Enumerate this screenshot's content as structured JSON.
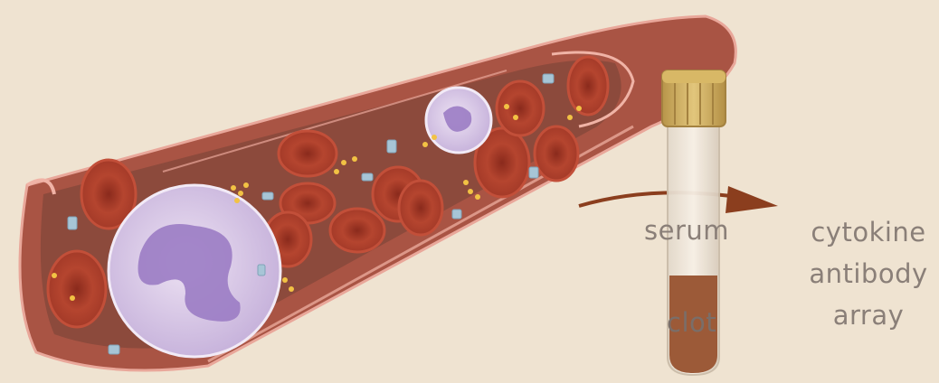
{
  "labels": {
    "serum": "serum",
    "clot": "clot",
    "array": [
      "cytokine",
      "antibody",
      "array"
    ]
  },
  "colors": {
    "background": "#efe3d1",
    "vessel_wall": "#b25a47",
    "vessel_inner": "#8c4a3c",
    "red_cell": "#a83c2b",
    "white_cell": "#d8c8e6",
    "nucleus": "#9b7cc4",
    "tube_cap": "#d4b368",
    "clot": "#9c5a38",
    "arrow": "#8b3e1e",
    "label_text": "#8a7f78"
  },
  "icons": [
    "blood-vessel-illustration",
    "red-blood-cell-icon",
    "white-blood-cell-icon",
    "antibody-icon",
    "cytokine-dot-icon",
    "test-tube-icon",
    "arrow-icon"
  ]
}
